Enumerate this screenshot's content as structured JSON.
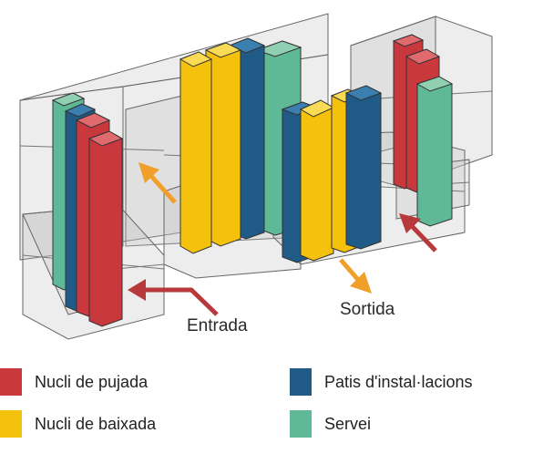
{
  "labels": {
    "entrada": "Entrada",
    "sortida": "Sortida"
  },
  "legend": [
    {
      "label": "Nucli de pujada",
      "color": "#c8383c"
    },
    {
      "label": "Patis d'instal·lacions",
      "color": "#1f5b86"
    },
    {
      "label": "Nucli de baixada",
      "color": "#f4c20d"
    },
    {
      "label": "Servei",
      "color": "#5fb896"
    }
  ],
  "colors": {
    "red": "#c8383c",
    "blue": "#1f5b86",
    "yellow": "#f4c20d",
    "green": "#5fb896",
    "orange_arrow": "#f0a02a",
    "red_arrow": "#b8393b"
  }
}
